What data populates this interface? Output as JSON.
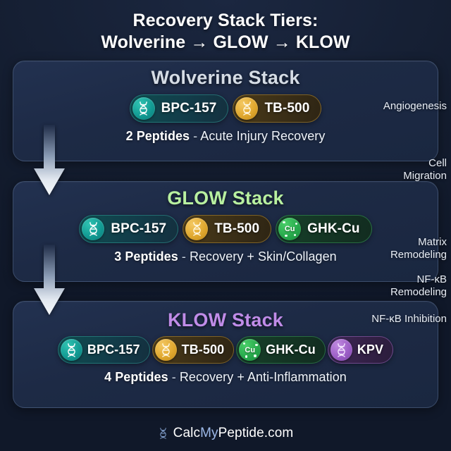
{
  "header": {
    "title_line1": "Recovery Stack Tiers:",
    "title_line2": "Wolverine → GLOW → KLOW"
  },
  "colors": {
    "background": "#131c2e",
    "card_bg": "#1d2a45",
    "wolverine_title": "#d5dce5",
    "glow_title": "#b8f0a0",
    "klow_title": "#c08ce8",
    "bpc_accent": "#12a096",
    "tb_accent": "#e0a82f",
    "ghk_accent": "#27a94c",
    "kpv_accent": "#9c5ec6",
    "brand_accent": "#9db9e8"
  },
  "stacks": [
    {
      "id": "wolverine",
      "title": "Wolverine Stack",
      "count_label": "2 Peptides",
      "dash": " - ",
      "description": "Acute Injury Recovery",
      "peptides": [
        {
          "label": "BPC-157",
          "icon": "dna-icon",
          "variant": "p-bpc"
        },
        {
          "label": "TB-500",
          "icon": "dna-icon",
          "variant": "p-tb"
        }
      ]
    },
    {
      "id": "glow",
      "title": "GLOW Stack",
      "count_label": "3 Peptides",
      "dash": " - ",
      "description": "Recovery + Skin/Collagen",
      "peptides": [
        {
          "label": "BPC-157",
          "icon": "dna-icon",
          "variant": "p-bpc"
        },
        {
          "label": "TB-500",
          "icon": "dna-icon",
          "variant": "p-tb"
        },
        {
          "label": "GHK-Cu",
          "icon": "copper-molecule-icon",
          "variant": "p-ghk",
          "badge_text": "Cu"
        }
      ]
    },
    {
      "id": "klow",
      "title": "KLOW Stack",
      "count_label": "4 Peptides",
      "dash": " - ",
      "description": "Recovery + Anti-Inflammation",
      "peptides": [
        {
          "label": "BPC-157",
          "icon": "dna-icon",
          "variant": "p-bpc"
        },
        {
          "label": "TB-500",
          "icon": "dna-icon",
          "variant": "p-tb"
        },
        {
          "label": "GHK-Cu",
          "icon": "copper-molecule-icon",
          "variant": "p-ghk",
          "badge_text": "Cu"
        },
        {
          "label": "KPV",
          "icon": "dna-icon",
          "variant": "p-kpv"
        }
      ]
    }
  ],
  "side_labels": [
    {
      "id": "angiogenesis",
      "text": "Angiogenesis"
    },
    {
      "id": "cell-migration",
      "text": "Cell\nMigration"
    },
    {
      "id": "matrix-remodeling",
      "text": "Matrix\nRemodeling"
    },
    {
      "id": "nfkb-remodeling",
      "text": "NF-κB\nRemodeling"
    },
    {
      "id": "nfkb-inhibition",
      "text": "NF-κB Inhibition"
    }
  ],
  "side_labels_flat": {
    "angiogenesis": "Angiogenesis",
    "cell": "Cell",
    "migration": "Migration",
    "matrix": "Matrix",
    "remodeling": "Remodeling",
    "nfkb": "NF-κB",
    "nfkb_remodeling": "Remodeling",
    "nfkb_inhibition": "NF-κB Inhibition"
  },
  "arrows": [
    {
      "id": "arrow-wolverine-to-glow",
      "direction": "down"
    },
    {
      "id": "arrow-glow-to-klow",
      "direction": "down"
    }
  ],
  "footer": {
    "brand_part1": "Calc",
    "brand_accent": "My",
    "brand_part2": "Peptide.com",
    "icon": "dna-icon"
  }
}
